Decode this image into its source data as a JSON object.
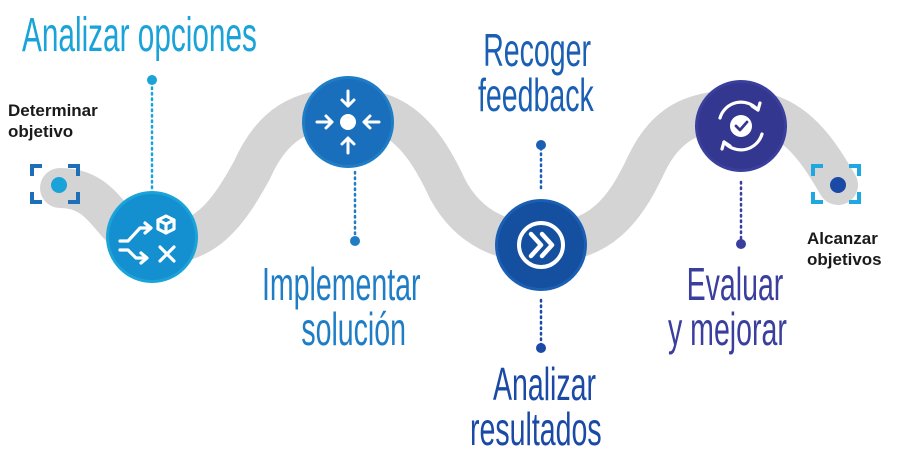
{
  "start": {
    "label_line1": "Determinar",
    "label_line2": "objetivo"
  },
  "end": {
    "label_line1": "Alcanzar",
    "label_line2": "objetivos"
  },
  "steps": [
    {
      "label_line1": "Analizar opciones",
      "label_line2": "",
      "color": "#1aa3d9",
      "icon": "shuffle-cube-x-icon"
    },
    {
      "label_line1": "Implementar",
      "label_line2": "solución",
      "color": "#1f7dc6",
      "icon": "converge-arrows-icon"
    },
    {
      "label_line1": "Recoger",
      "label_line2": "feedback",
      "color": "#1a5fb4",
      "icon": "fast-forward-icon"
    },
    {
      "label_line1": "Analizar",
      "label_line2": "resultados",
      "color": "#1a4aa6",
      "icon": "fast-forward-icon"
    },
    {
      "label_line1": "Evaluar",
      "label_line2": "y mejorar",
      "color": "#3a3f9e",
      "icon": "refresh-check-icon"
    }
  ],
  "colors": {
    "path": "#d4d4d4",
    "frame_start": "#1d8bd0",
    "frame_end": "#1ea7e0"
  }
}
